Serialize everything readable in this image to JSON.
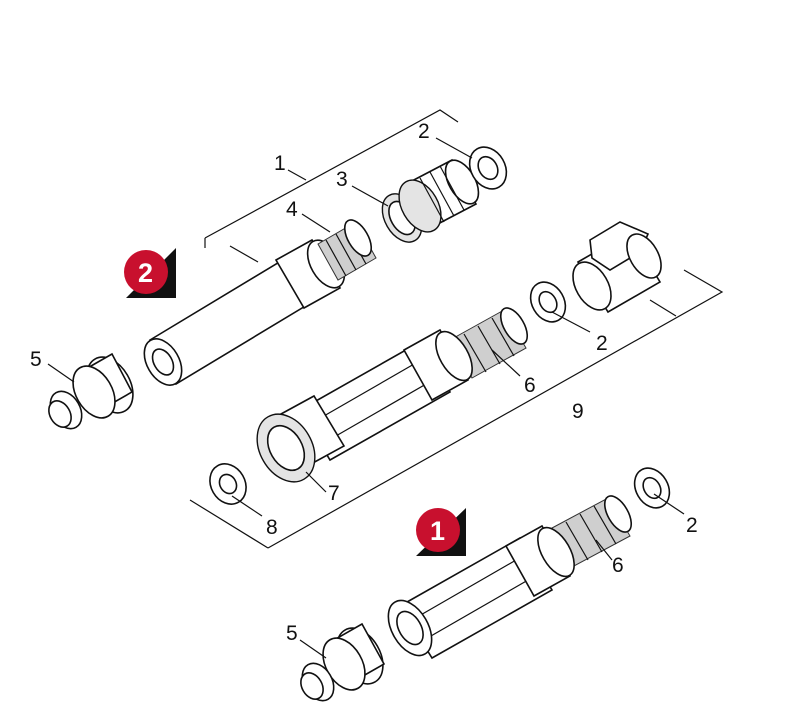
{
  "labels": {
    "group2_assembly": "1",
    "group2_washer": "2",
    "group2_nut": "3",
    "group2_filter": "4",
    "group2_connector": "5",
    "group3_washer": "2",
    "group3_filter": "6",
    "group3_nut": "7",
    "group3_washer_front": "8",
    "group3_assembly": "9",
    "group1_washer": "2",
    "group1_filter": "6",
    "group1_connector": "5"
  },
  "badges": {
    "variant_1": "1",
    "variant_2": "2"
  },
  "colors": {
    "badge_red": "#c8102e",
    "badge_shadow": "#111111",
    "line": "#111111"
  }
}
